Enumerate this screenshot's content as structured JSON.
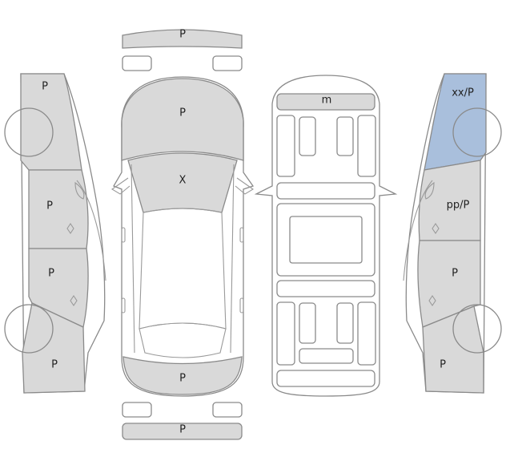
{
  "colors": {
    "painted": "#d9d9d9",
    "replaced": "#a9bfdc",
    "outline": "#8a8a8a",
    "background": "#ffffff"
  },
  "labels": {
    "front_bumper": "P",
    "rear_bumper": "P",
    "hood": "P",
    "windshield": "X",
    "trunk": "P",
    "roof": "m",
    "left_front_fender": "P",
    "left_front_door": "P",
    "left_rear_door": "P",
    "left_rear_quarter": "P",
    "right_front_fender": "xx/P",
    "right_front_door": "pp/P",
    "right_rear_door": "P",
    "right_rear_quarter": "P"
  }
}
